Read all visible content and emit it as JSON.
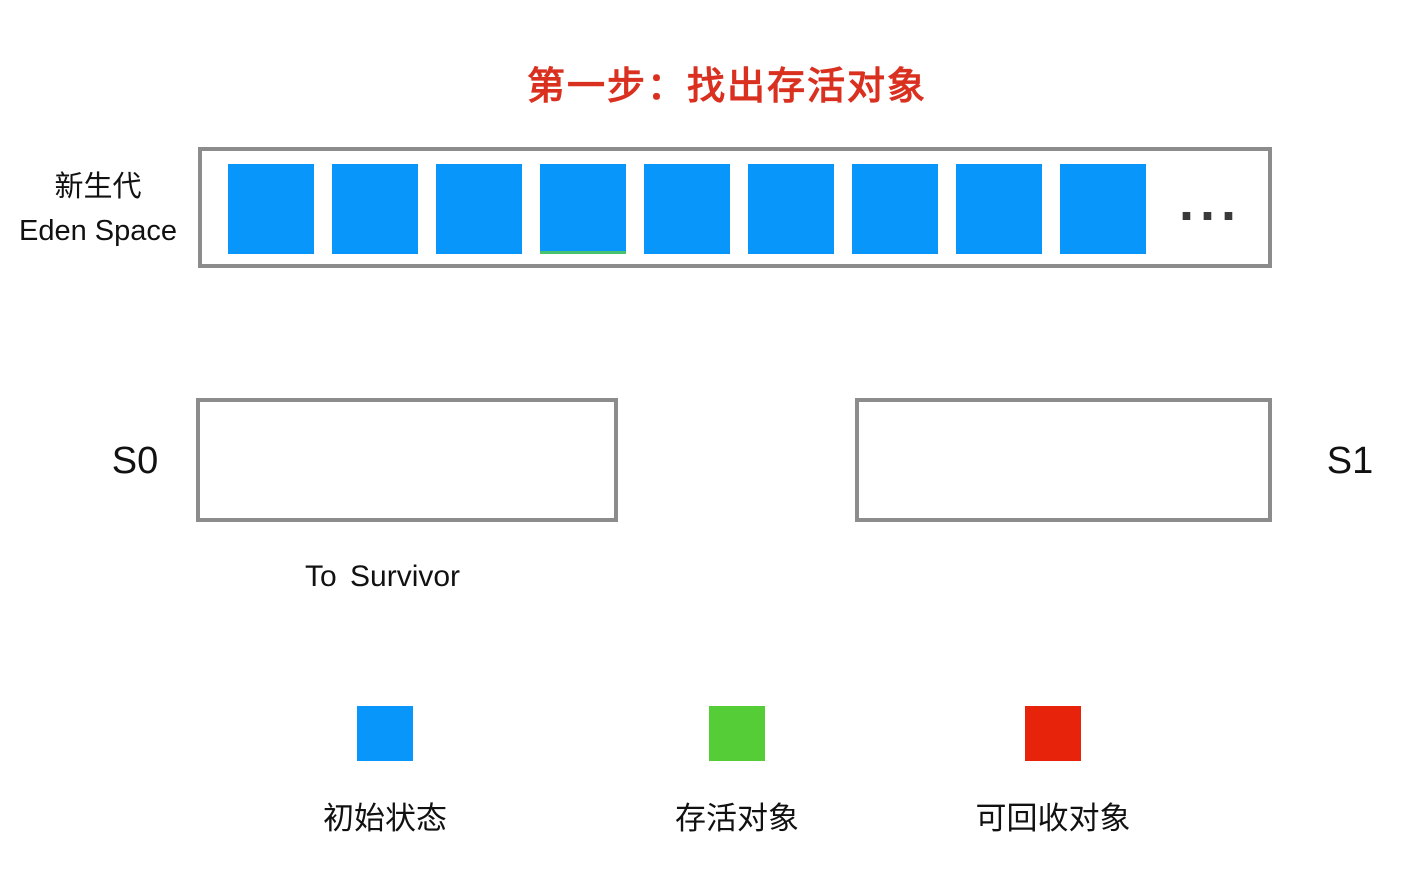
{
  "title": {
    "text": "第一步：找出存活对象",
    "color": "#d93020"
  },
  "eden": {
    "label_zh": "新生代",
    "label_en": "Eden Space",
    "ellipsis": "...",
    "cells": [
      {
        "state": "initial"
      },
      {
        "state": "initial"
      },
      {
        "state": "initial"
      },
      {
        "state": "initial",
        "survivor_hint": true
      },
      {
        "state": "initial"
      },
      {
        "state": "initial"
      },
      {
        "state": "initial"
      },
      {
        "state": "initial"
      },
      {
        "state": "initial"
      }
    ]
  },
  "survivor": {
    "s0_label": "S0",
    "s1_label": "S1",
    "to_survivor_label": "To Survivor"
  },
  "legend": [
    {
      "name": "initial-state",
      "label": "初始状态",
      "color": "#0996fb"
    },
    {
      "name": "alive-object",
      "label": "存活对象",
      "color": "#55cd36"
    },
    {
      "name": "recyclable-object",
      "label": "可回收对象",
      "color": "#e8230c"
    }
  ],
  "colors": {
    "cell_blue": "#0996fb",
    "survivor_hint_green": "#45c36f",
    "box_border": "#8c8c8c",
    "ellipsis": "#3a3a3a",
    "title_red": "#d93020",
    "text": "#111111"
  }
}
